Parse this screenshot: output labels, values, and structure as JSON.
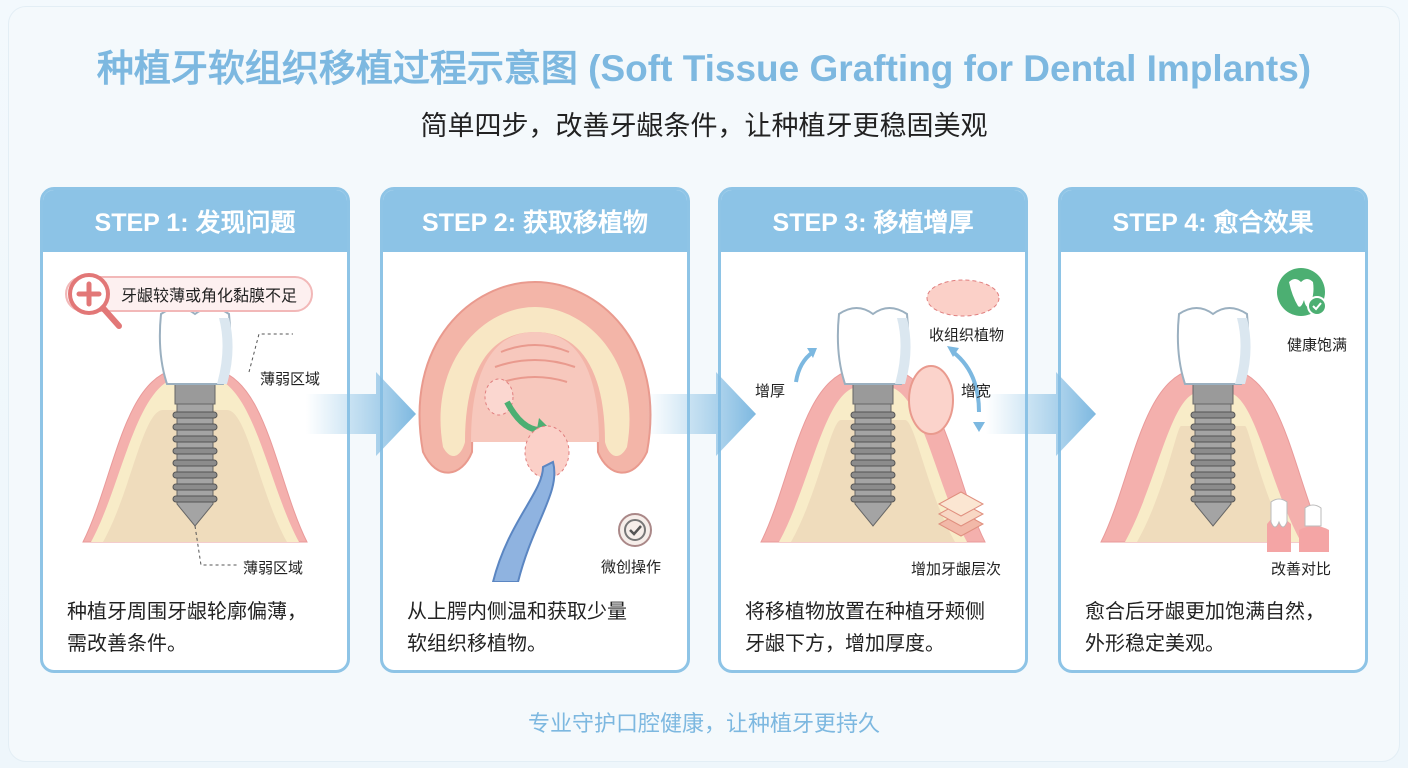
{
  "title": "种植牙软组织移植过程示意图 (Soft Tissue Grafting for Dental Implants)",
  "subtitle": "简单四步，改善牙龈条件，让种植牙更稳固美观",
  "steps": [
    {
      "header": "STEP 1: 发现问题",
      "badge": "牙龈较薄或角化黏膜不足",
      "labels": [
        "薄弱区域",
        "薄弱区域"
      ],
      "desc": [
        "种植牙周围牙龈轮廓偏薄，",
        "需改善条件。"
      ]
    },
    {
      "header": "STEP 2: 获取移植物",
      "labels": [
        "微创操作"
      ],
      "desc": [
        "从上腭内侧温和获取少量",
        "软组织移植物。"
      ]
    },
    {
      "header": "STEP 3: 移植增厚",
      "labels": [
        "收组织植物",
        "增厚",
        "增宽",
        "增加牙龈层次"
      ],
      "desc": [
        "将移植物放置在种植牙颊侧",
        "牙龈下方，增加厚度。"
      ]
    },
    {
      "header": "STEP 4: 愈合效果",
      "labels": [
        "健康饱满",
        "改善对比"
      ],
      "desc": [
        "愈合后牙龈更加饱满自然，",
        "外形稳定美观。"
      ]
    }
  ],
  "footer": "专业守护口腔健康，让种植牙更持久",
  "colors": {
    "accent": "#8cc3e6",
    "gum": "#f1a9a9",
    "bone": "#efe0c4",
    "green": "#4caf72"
  }
}
